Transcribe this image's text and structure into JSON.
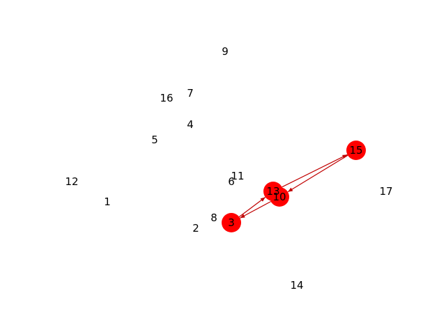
{
  "graph": {
    "highlight_color": "#ff0000",
    "edge_color": "#c00000",
    "label_color": "#000000",
    "nodes": [
      {
        "id": "1",
        "label": "1",
        "highlighted": false
      },
      {
        "id": "2",
        "label": "2",
        "highlighted": false
      },
      {
        "id": "3",
        "label": "3",
        "highlighted": true
      },
      {
        "id": "4",
        "label": "4",
        "highlighted": false
      },
      {
        "id": "5",
        "label": "5",
        "highlighted": false
      },
      {
        "id": "6",
        "label": "6",
        "highlighted": false
      },
      {
        "id": "7",
        "label": "7",
        "highlighted": false
      },
      {
        "id": "8",
        "label": "8",
        "highlighted": false
      },
      {
        "id": "9",
        "label": "9",
        "highlighted": false
      },
      {
        "id": "10",
        "label": "10",
        "highlighted": true
      },
      {
        "id": "11",
        "label": "11",
        "highlighted": false
      },
      {
        "id": "12",
        "label": "12",
        "highlighted": false
      },
      {
        "id": "13",
        "label": "13",
        "highlighted": true
      },
      {
        "id": "14",
        "label": "14",
        "highlighted": false
      },
      {
        "id": "15",
        "label": "15",
        "highlighted": true
      },
      {
        "id": "16",
        "label": "16",
        "highlighted": false
      },
      {
        "id": "17",
        "label": "17",
        "highlighted": false
      }
    ],
    "edges": [
      {
        "source": "3",
        "target": "13"
      },
      {
        "source": "10",
        "target": "3"
      },
      {
        "source": "13",
        "target": "15"
      },
      {
        "source": "15",
        "target": "10"
      }
    ]
  }
}
